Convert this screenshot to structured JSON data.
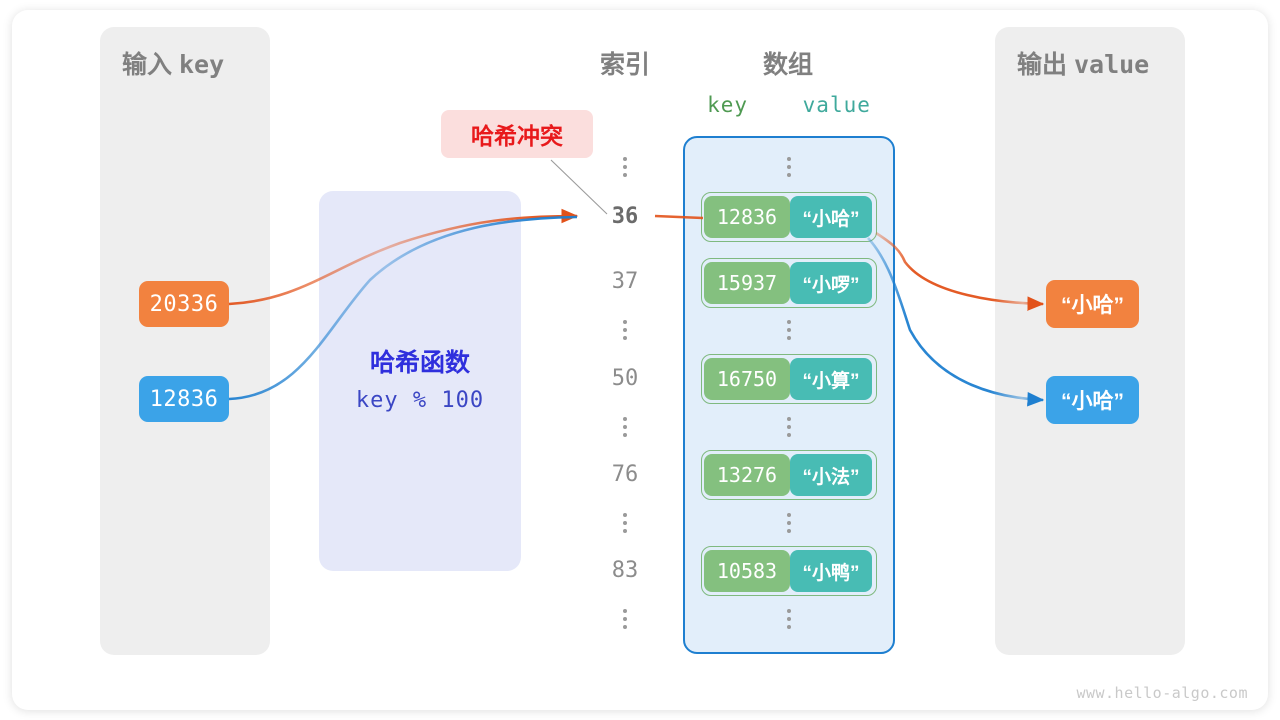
{
  "watermark": "www.hello-algo.com",
  "input_panel": {
    "title_cn": "输入",
    "title_mono": "key",
    "keys": [
      {
        "name": "key-orange",
        "label": "20336",
        "color": "#f2823f"
      },
      {
        "name": "key-blue",
        "label": "12836",
        "color": "#3ba3e8"
      }
    ]
  },
  "hash_function": {
    "title": "哈希函数",
    "formula": "key % 100",
    "fill": "#dfe3f8",
    "text_color": "#2f2fdd"
  },
  "collision_badge": {
    "label": "哈希冲突",
    "text_color": "#e8191b",
    "fill": "#fbdedd"
  },
  "index_column": {
    "header": "索引",
    "cells": [
      {
        "type": "dots"
      },
      {
        "type": "value",
        "label": "36",
        "highlight": true
      },
      {
        "type": "value",
        "label": "37",
        "highlight": false
      },
      {
        "type": "dots"
      },
      {
        "type": "value",
        "label": "50",
        "highlight": false
      },
      {
        "type": "dots"
      },
      {
        "type": "value",
        "label": "76",
        "highlight": false
      },
      {
        "type": "dots"
      },
      {
        "type": "value",
        "label": "83",
        "highlight": false
      },
      {
        "type": "dots"
      }
    ]
  },
  "array_column": {
    "header": "数组",
    "sub_header_key": "key",
    "sub_header_value": "value",
    "key_color": "#84c07f",
    "value_color": "#48bcb4",
    "container_fill": "#e2eefa",
    "container_border": "#1e7fd0",
    "cells": [
      {
        "type": "dots"
      },
      {
        "type": "pair",
        "key": "12836",
        "value": "“小哈”"
      },
      {
        "type": "pair",
        "key": "15937",
        "value": "“小啰”"
      },
      {
        "type": "dots"
      },
      {
        "type": "pair",
        "key": "16750",
        "value": "“小算”"
      },
      {
        "type": "dots"
      },
      {
        "type": "pair",
        "key": "13276",
        "value": "“小法”"
      },
      {
        "type": "dots"
      },
      {
        "type": "pair",
        "key": "10583",
        "value": "“小鸭”"
      },
      {
        "type": "dots"
      }
    ]
  },
  "output_panel": {
    "title_cn": "输出",
    "title_mono": "value",
    "values": [
      {
        "name": "value-orange",
        "label": "“小哈”",
        "color": "#f2823f"
      },
      {
        "name": "value-blue",
        "label": "“小哈”",
        "color": "#3ba3e8"
      }
    ]
  },
  "colors": {
    "orange": "#e2521a",
    "blue": "#1e7fd0",
    "panel_gray": "#eeeeee",
    "label_gray": "#808080"
  }
}
